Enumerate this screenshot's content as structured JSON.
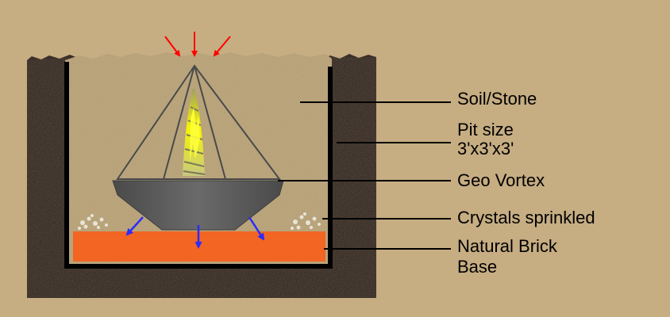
{
  "labels": {
    "soil_stone": "Soil/Stone",
    "pit_size_line1": "Pit size",
    "pit_size_line2": "3'x3'x3'",
    "geo_vortex": "Geo Vortex",
    "crystals": "Crystals sprinkled",
    "brick_line1": "Natural Brick",
    "brick_line2": "Base"
  },
  "colors": {
    "background": "#c6ad82",
    "earth": "#3a2f27",
    "soil_fill": "#b8a278",
    "brick": "#f26522",
    "vortex_base": "#5a5a5a",
    "pit_wall": "#000000",
    "arrow_down_in": "#ff0000",
    "arrow_out": "#2b2bff",
    "energy": "#f4f400"
  }
}
